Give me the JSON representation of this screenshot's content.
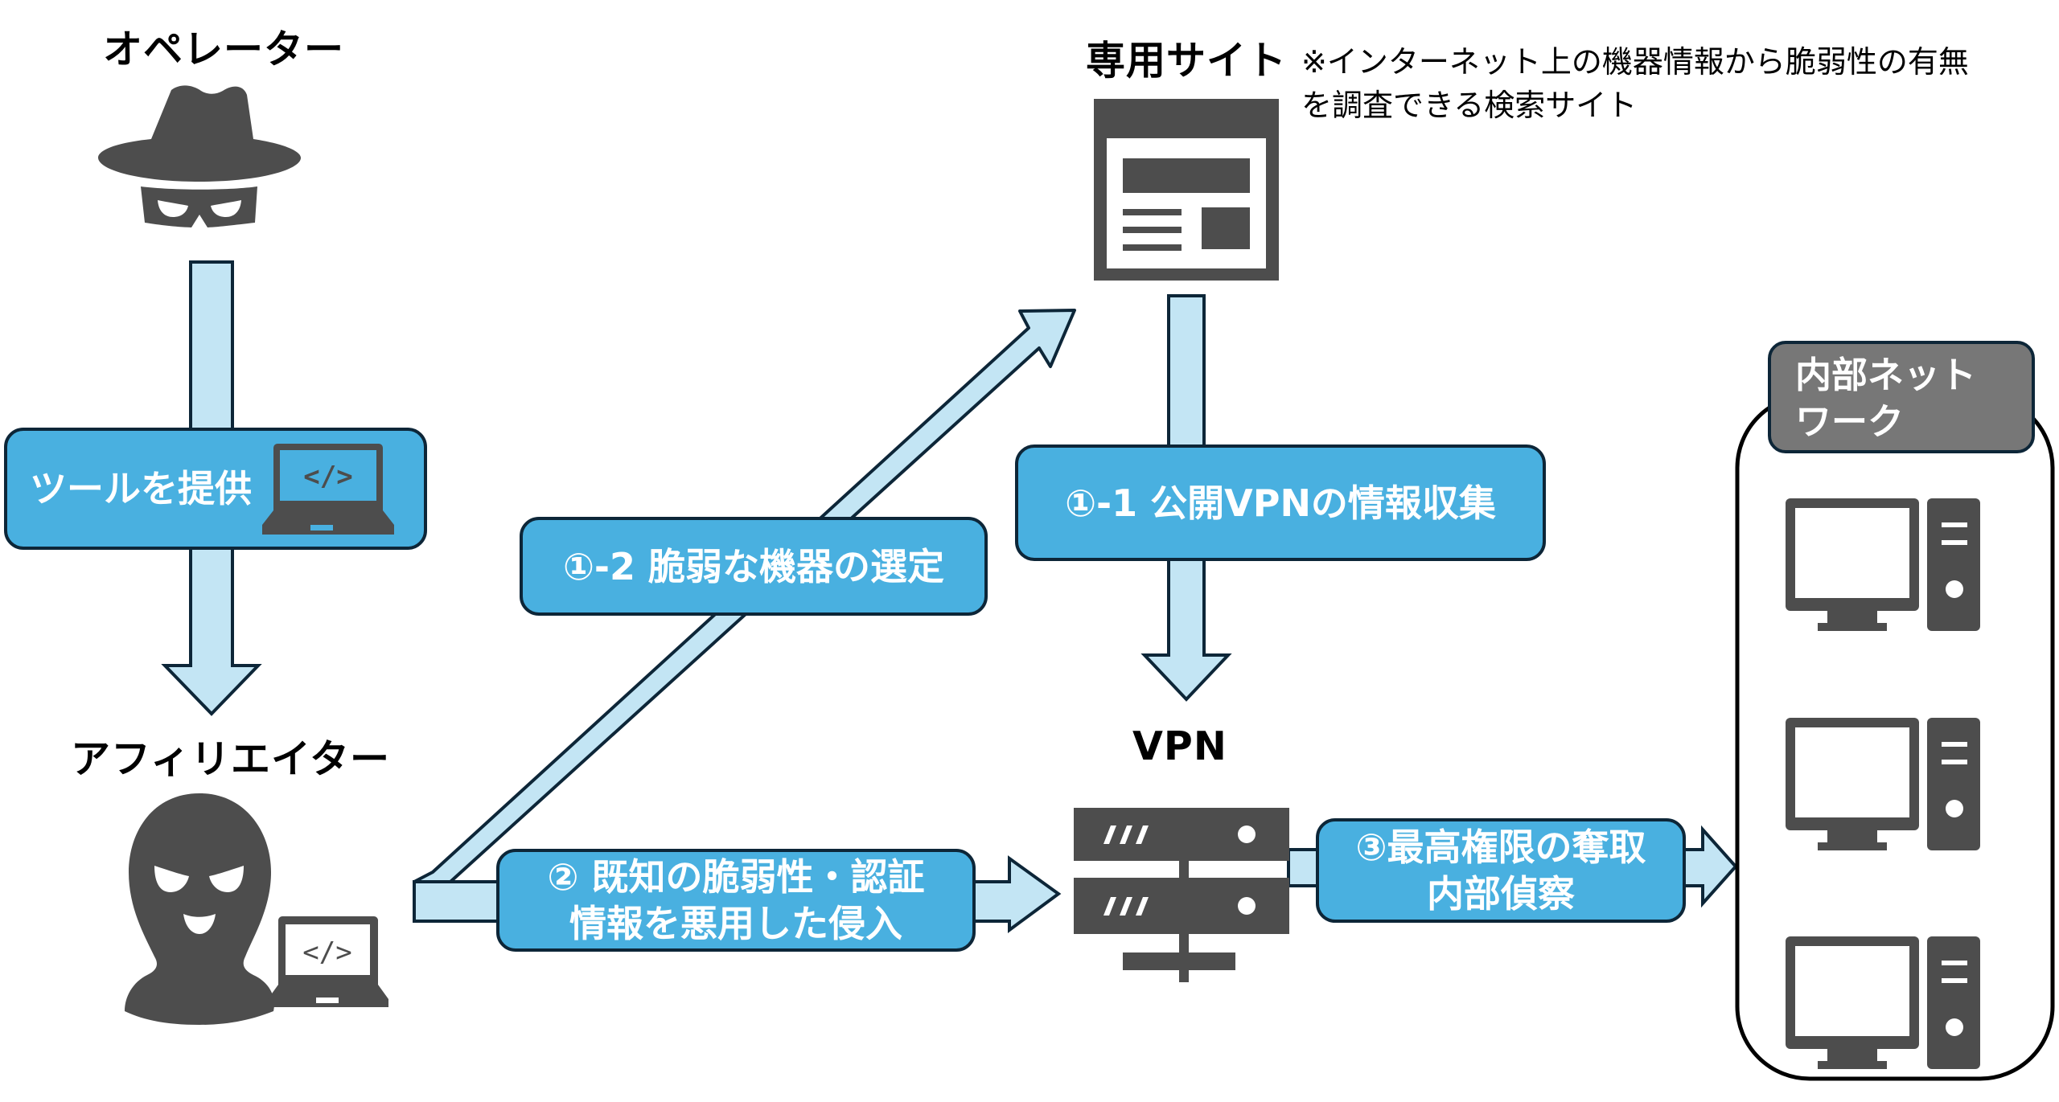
{
  "actors": {
    "operator": {
      "label": "オペレーター",
      "icon": "spy-hat-mask-icon"
    },
    "affiliate": {
      "label": "アフィリエイター",
      "icon": "masked-attacker-icon",
      "device_icon": "laptop-code-icon"
    }
  },
  "targets": {
    "site": {
      "label": "専用サイト",
      "icon": "webpage-icon",
      "note_line1": "※インターネット上の機器情報から脆弱性の有無",
      "note_line2": "を調査できる検索サイト"
    },
    "vpn": {
      "label": "VPN",
      "icon": "server-icon"
    },
    "internal": {
      "label_line1": "内部ネット",
      "label_line2": "ワーク",
      "icon": "desktop-computer-icon",
      "computers": 3
    }
  },
  "steps": {
    "provide_tool": {
      "label": "ツールを提供",
      "icon": "laptop-code-icon"
    },
    "step_1_2": {
      "label": "①-2 脆弱な機器の選定"
    },
    "step_1_1": {
      "label": "①-1 公開VPNの情報収集"
    },
    "step_2": {
      "line1": "② 既知の脆弱性・認証",
      "line2": "情報を悪用した侵入"
    },
    "step_3": {
      "line1": "③最高権限の奪取",
      "line2": "内部偵察"
    }
  },
  "colors": {
    "box_fill": "#49b0e0",
    "arrow_fill": "#c3e5f4",
    "outline": "#0d2638",
    "icon": "#4d4d4d",
    "net_label": "#777777"
  }
}
